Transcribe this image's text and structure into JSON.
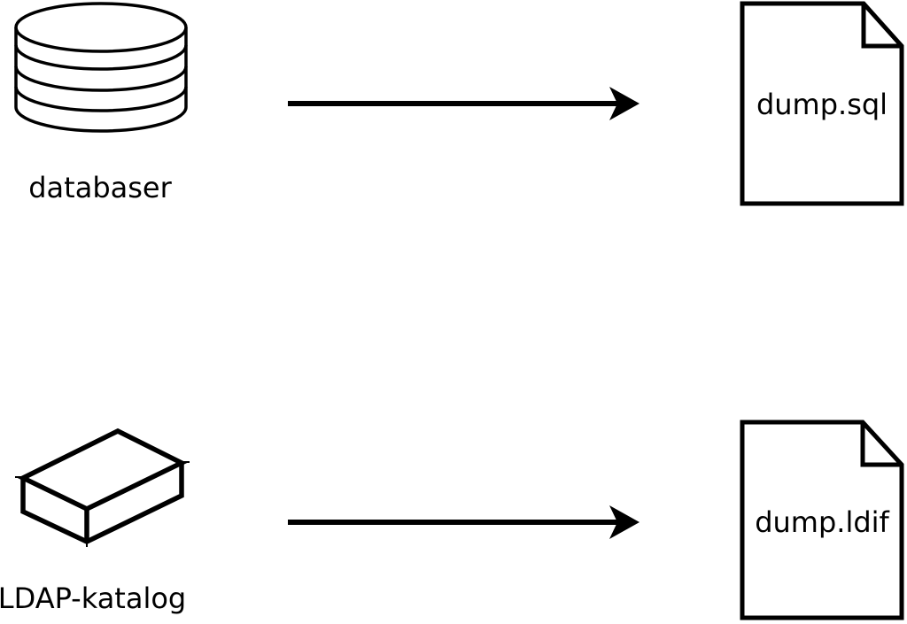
{
  "diagram": {
    "background_color": "#ffffff",
    "line_color": "#000000",
    "text_color": "#000000",
    "nodes": {
      "database": {
        "label": "databaser",
        "icon": "database-cylinder-icon"
      },
      "sql_file": {
        "label": "dump.sql",
        "icon": "document-icon"
      },
      "ldap_catalog": {
        "label": "LDAP-katalog",
        "icon": "box-3d-icon"
      },
      "ldif_file": {
        "label": "dump.ldif",
        "icon": "document-icon"
      }
    },
    "edges": [
      {
        "from": "databaser",
        "to": "dump.sql",
        "style": "solid-arrow-right"
      },
      {
        "from": "LDAP-katalog",
        "to": "dump.ldif",
        "style": "solid-arrow-right"
      }
    ]
  }
}
